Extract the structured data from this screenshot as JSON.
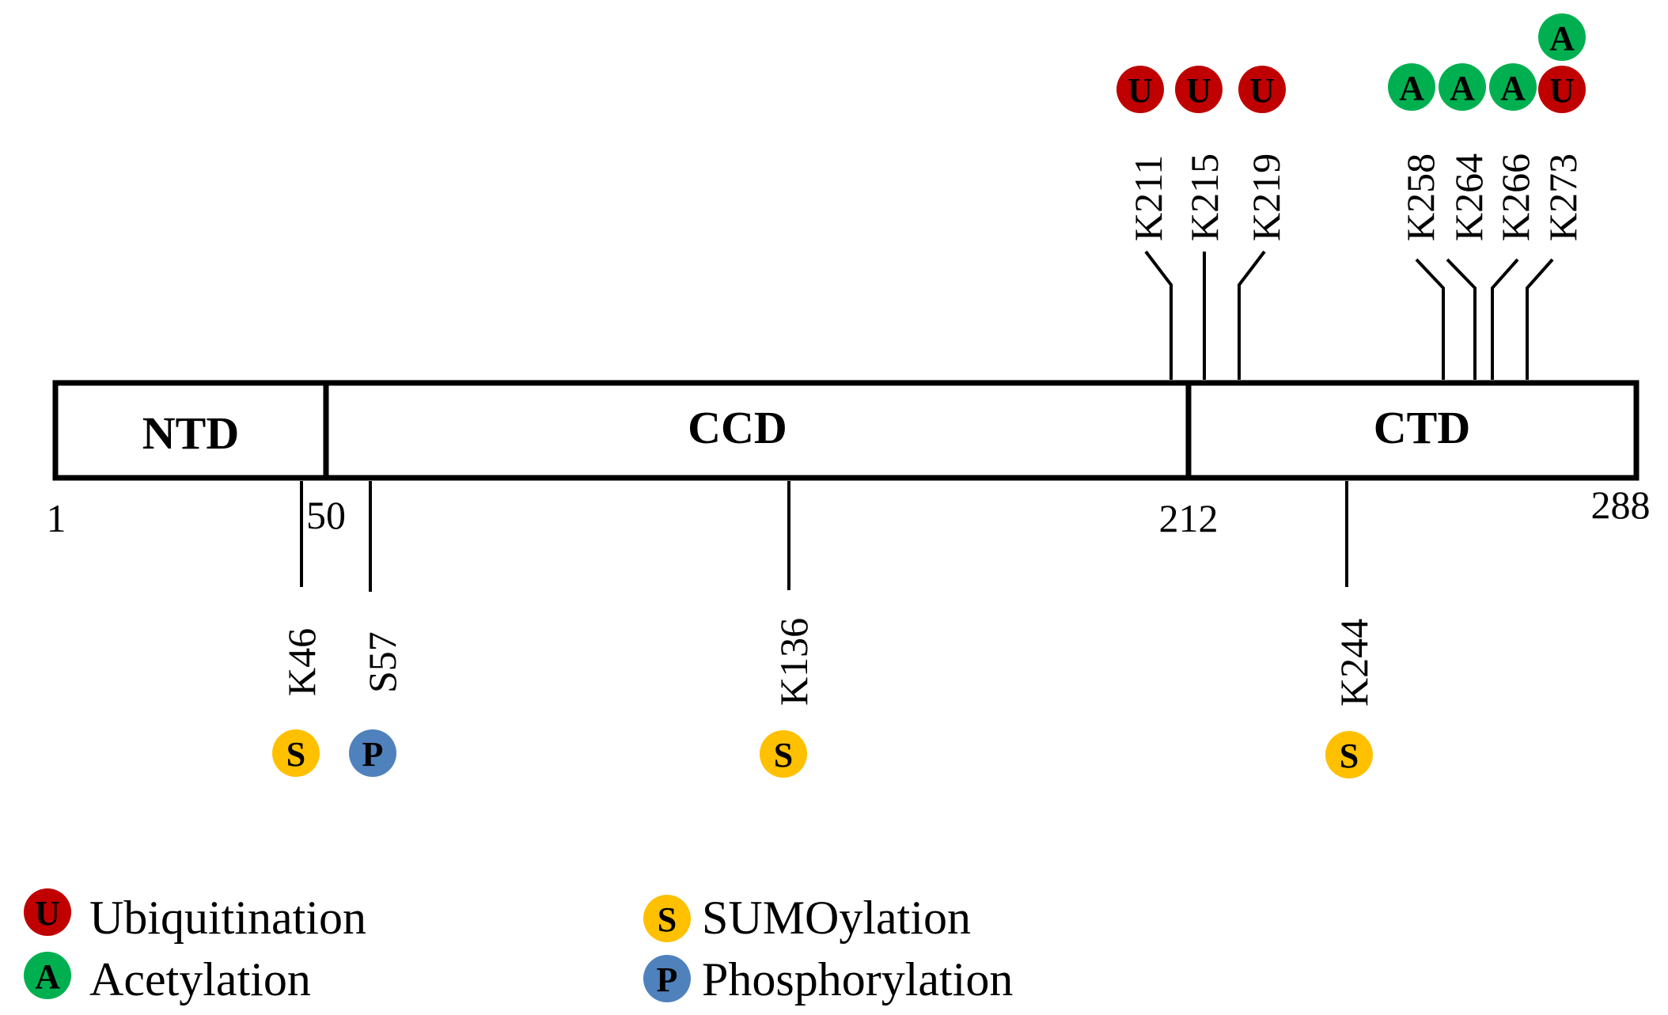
{
  "protein": {
    "length": 288,
    "domains": [
      {
        "name": "NTD",
        "start": 1,
        "end": 50
      },
      {
        "name": "CCD",
        "start": 50,
        "end": 212
      },
      {
        "name": "CTD",
        "start": 212,
        "end": 288
      }
    ],
    "position_labels": [
      "1",
      "50",
      "212",
      "288"
    ]
  },
  "sites_above": [
    {
      "label": "K211",
      "mods": [
        "U"
      ]
    },
    {
      "label": "K215",
      "mods": [
        "U"
      ]
    },
    {
      "label": "K219",
      "mods": [
        "U"
      ]
    },
    {
      "label": "K258",
      "mods": [
        "A"
      ]
    },
    {
      "label": "K264",
      "mods": [
        "A"
      ]
    },
    {
      "label": "K266",
      "mods": [
        "A"
      ]
    },
    {
      "label": "K273",
      "mods": [
        "U",
        "A"
      ]
    }
  ],
  "sites_below": [
    {
      "label": "K46",
      "mods": [
        "S"
      ]
    },
    {
      "label": "S57",
      "mods": [
        "P"
      ]
    },
    {
      "label": "K136",
      "mods": [
        "S"
      ]
    },
    {
      "label": "K244",
      "mods": [
        "S"
      ]
    }
  ],
  "legend": [
    {
      "symbol": "U",
      "label": "Ubiquitination",
      "color": "#c00000"
    },
    {
      "symbol": "A",
      "label": "Acetylation",
      "color": "#00b050"
    },
    {
      "symbol": "S",
      "label": "SUMOylation",
      "color": "#ffc000"
    },
    {
      "symbol": "P",
      "label": "Phosphorylation",
      "color": "#4f81bd"
    }
  ]
}
